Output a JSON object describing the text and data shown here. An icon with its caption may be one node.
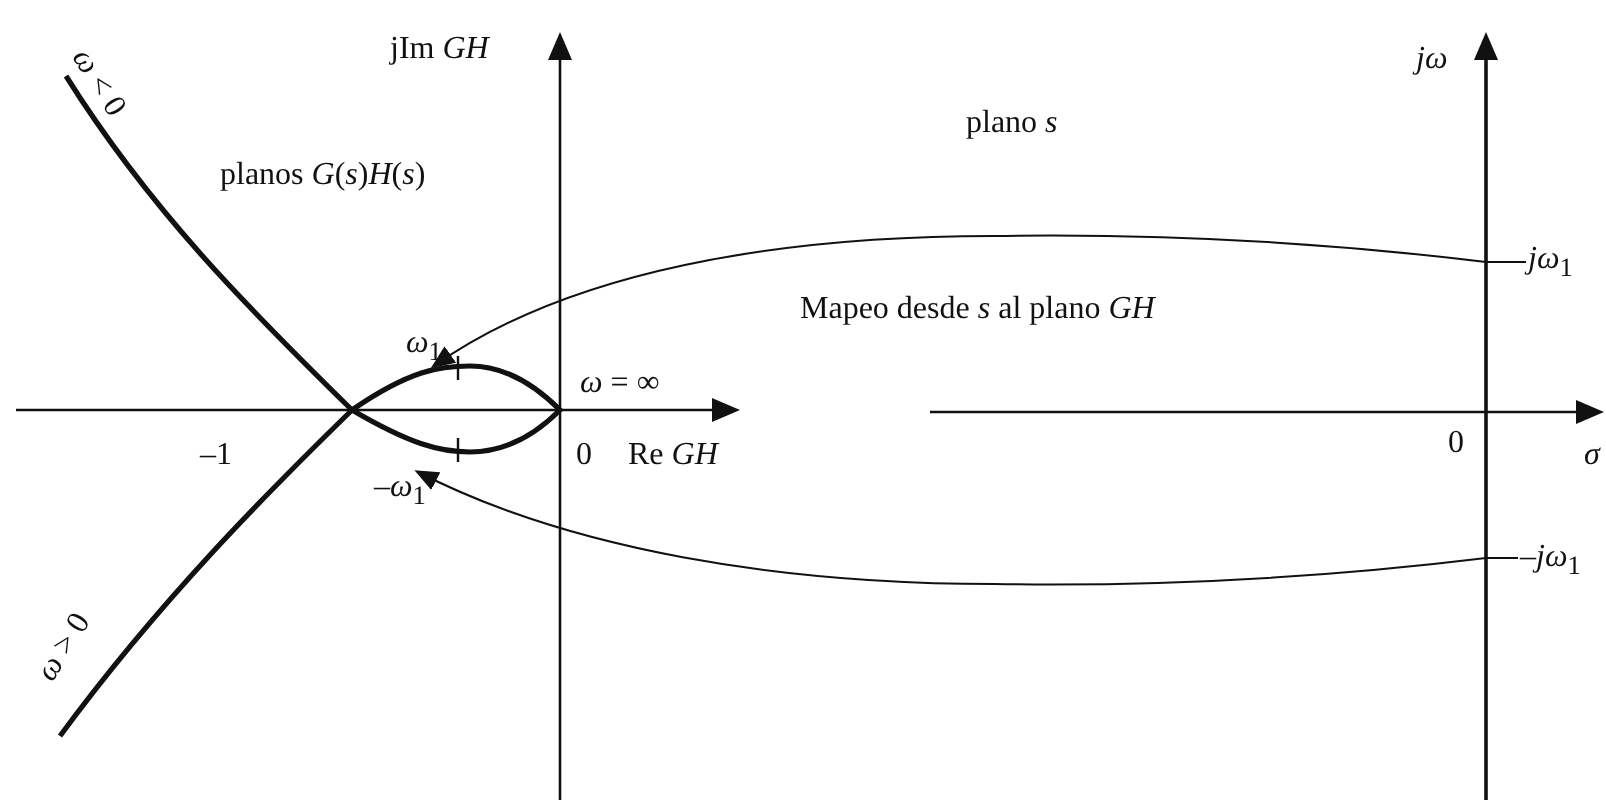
{
  "diagram": {
    "nodes": [
      {
        "text": [
          "*jω*$_{1}$"
        ]
      },
      {
        "text": [
          "*ω*$_{1}$"
        ]
      },
      {
        "text": [
          "–*jω*$_{1}$"
        ]
      },
      {
        "text": [
          "–*ω*$_{1}$"
        ]
      }
    ],
    "edges": [
      {
        "from": 0,
        "to": 1,
        "arrow": "to"
      },
      {
        "from": 2,
        "to": 3,
        "arrow": "to"
      }
    ],
    "labels": [
      "jIm *GH*",
      "*jω*",
      "plano *s*",
      "planos *G*(*s*)*H*(*s*)",
      "Mapeo desde *s* al plano *GH*",
      "*ω* = ∞",
      "–1",
      "0",
      "Re *GH*",
      "0",
      "*σ*",
      "*ω* < 0",
      "*ω* > 0"
    ]
  }
}
